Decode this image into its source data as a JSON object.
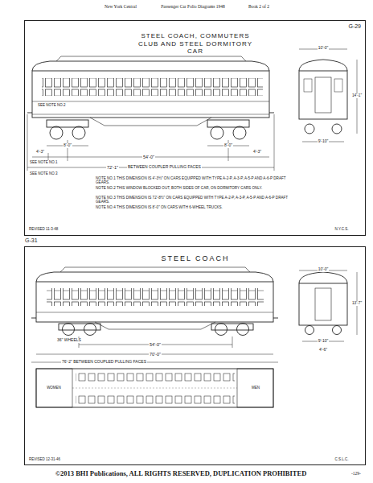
{
  "diagram": {
    "nodes": [
      {
        "text": [
          "G-29",
          "STEEL COACH, COMMUTERS CLUB AND STEEL DORMITORY CAR"
        ]
      },
      {
        "text": [
          "G-31",
          "STEEL COACH"
        ]
      }
    ],
    "labels": [
      "New York Central",
      "Passenger Car Folio Diagrams 1948",
      "Book 2 of 2",
      "SEE NOTE NO.2",
      "8'-0\"",
      "8'-0\"",
      "4'-3\"",
      "54'-0\"",
      "4'-3\"",
      "SEE NOTE NO.1",
      "72'-1\"",
      "BETWEEN COUPLER PULLING FACES",
      "SEE NOTE NO.3",
      "NOTE NO.1 THIS DIMENSION IS 4'-3½\" ON CARS EQUIPPED WITH TYPE A-2-P, A-3-P, A-5-P AND A-6-P DRAFT GEARS.",
      "NOTE NO.2 THIS WINDOW BLOCKED OUT, BOTH SIDES OF CAR, ON DORMITORY CARS ONLY.",
      "NOTE NO.3 THIS DIMENSION IS 72'-8½\" ON CARS EQUIPPED WITH TYPE A-2-P, A-3-P, A-5-P AND A-6-P DRAFT GEARS.",
      "NOTE NO.4 THIS DIMENSION IS 8'-0\" ON CARS WITH 6-WHEEL TRUCKS.",
      "10'-0\"",
      "14'-1\"",
      "9'-10\"",
      "REVISED 11-3-48",
      "N.Y.C.S.",
      "36\" WHEELS",
      "54'-0\"",
      "70'-0\"",
      "76'-2\" BETWEEN COUPLED PULLING FACES",
      "WOMEN",
      "MEN",
      "10'-0\"",
      "13'-7\"",
      "9'-10\"",
      "4'-6\"",
      "REVISED 12-31-46",
      "C.S.L.C.",
      "©2013 BHI Publications, ALL RIGHTS RESERVED, DUPLICATION PROHIBITED",
      "-129-"
    ]
  }
}
